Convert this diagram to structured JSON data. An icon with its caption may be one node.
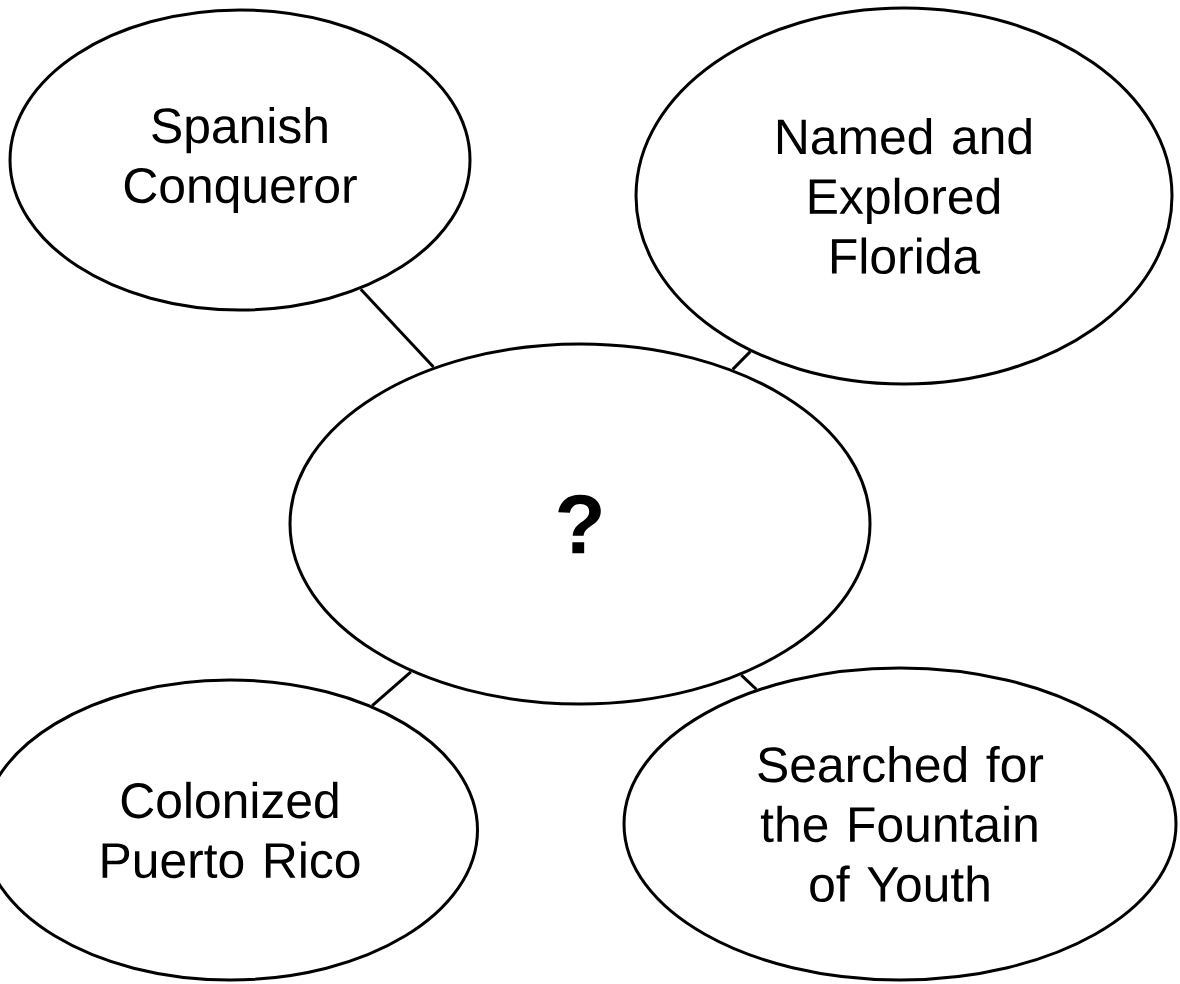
{
  "diagram": {
    "nodes": [
      {
        "text": [
          "Spanish Conqueror"
        ]
      },
      {
        "text": [
          "Named and Explored Florida"
        ]
      },
      {
        "text": [
          "?"
        ]
      },
      {
        "text": [
          "Colonized Puerto Rico"
        ]
      },
      {
        "text": [
          "Searched for the Fountain of Youth"
        ]
      }
    ],
    "edges": [
      {
        "from": 2,
        "to": 0,
        "arrow": "none"
      },
      {
        "from": 2,
        "to": 1,
        "arrow": "none"
      },
      {
        "from": 2,
        "to": 3,
        "arrow": "none"
      },
      {
        "from": 2,
        "to": 4,
        "arrow": "none"
      }
    ]
  }
}
